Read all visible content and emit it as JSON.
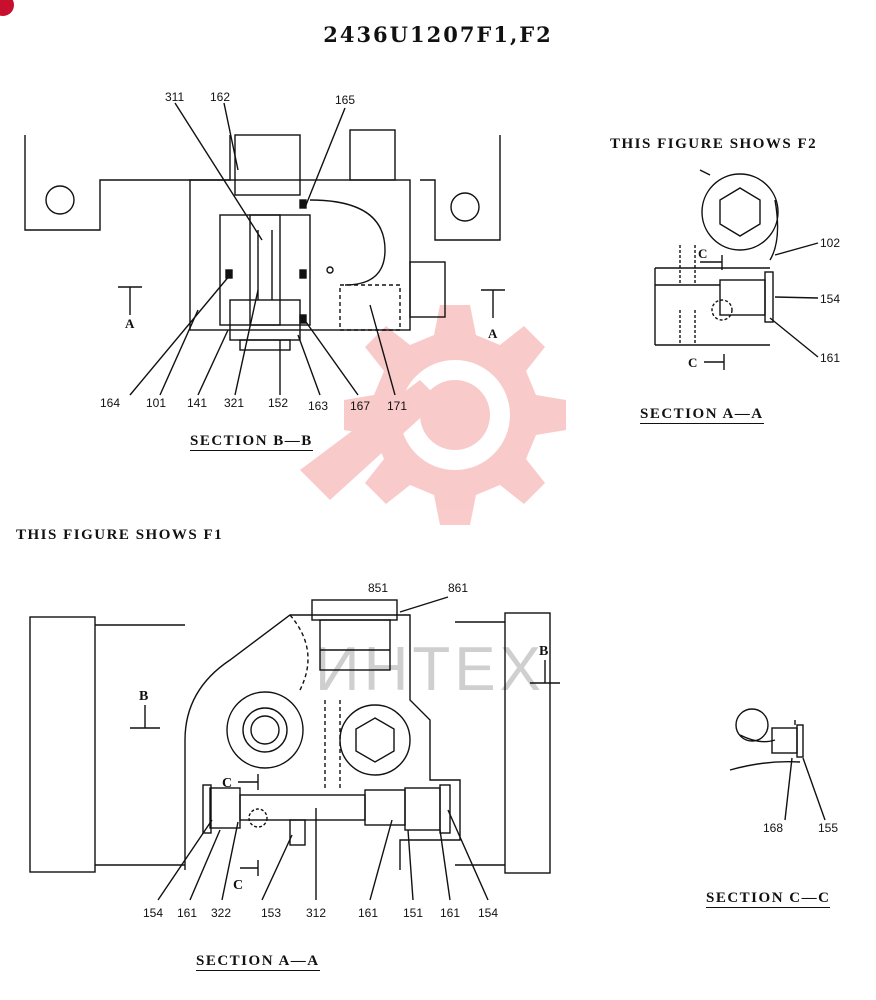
{
  "title": "2436U1207F1,F2",
  "captions": {
    "section_bb": "SECTION  B—B",
    "section_aa_f2": "SECTION  A—A",
    "section_aa_f1": "SECTION  A—A",
    "section_cc": "SECTION  C—C",
    "figure_f2": "THIS  FIGURE  SHOWS  F2",
    "figure_f1": "THIS  FIGURE  SHOWS  F1"
  },
  "section_bb": {
    "callouts": [
      "311",
      "162",
      "165",
      "164",
      "101",
      "141",
      "321",
      "152",
      "163",
      "167",
      "171"
    ],
    "cut_markers": [
      "A",
      "A"
    ]
  },
  "section_aa_f2": {
    "callouts": [
      "102",
      "154",
      "161"
    ],
    "cut_markers": [
      "C",
      "C"
    ]
  },
  "section_aa_f1": {
    "callouts": [
      "851",
      "861",
      "154",
      "161",
      "322",
      "153",
      "312",
      "161",
      "151",
      "161",
      "154"
    ],
    "cut_markers": [
      "B",
      "B",
      "C",
      "C"
    ]
  },
  "section_cc": {
    "callouts": [
      "168",
      "155"
    ]
  },
  "watermark": {
    "text": "ИНТЕХ",
    "color": "#f06b6b"
  },
  "colors": {
    "ink": "#111111",
    "badge": "#c8102e",
    "watermark": "#f06b6b"
  }
}
